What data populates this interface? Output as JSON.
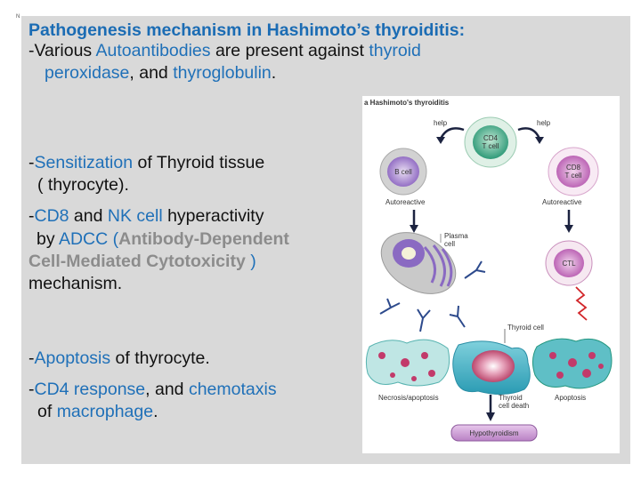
{
  "slide_marker": "N",
  "title": "Pathogenesis mechanism in Hashimoto’s thyroiditis:",
  "points": [
    {
      "lines": [
        [
          {
            "t": "-Various ",
            "c": "k"
          },
          {
            "t": "Autoantibodies",
            "c": "b"
          },
          {
            "t": " are present against ",
            "c": "k"
          },
          {
            "t": "thyroid",
            "c": "b"
          }
        ],
        [
          {
            "t": "peroxidase",
            "c": "b"
          },
          {
            "t": ", and ",
            "c": "k"
          },
          {
            "t": "thyroglobulin",
            "c": "b"
          },
          {
            "t": ".",
            "c": "k"
          }
        ]
      ]
    },
    {
      "lines": [
        [
          {
            "t": "-",
            "c": "k"
          },
          {
            "t": "Sensitization",
            "c": "b"
          },
          {
            "t": " of Thyroid tissue",
            "c": "k"
          }
        ],
        [
          {
            "t": "( thyrocyte).",
            "c": "k"
          }
        ]
      ]
    },
    {
      "lines": [
        [
          {
            "t": "-",
            "c": "k"
          },
          {
            "t": "CD8",
            "c": "b"
          },
          {
            "t": " and ",
            "c": "k"
          },
          {
            "t": "NK cell",
            "c": "b"
          },
          {
            "t": " hyperactivity",
            "c": "k"
          }
        ],
        [
          {
            "t": "by ",
            "c": "k"
          },
          {
            "t": "ADCC",
            "c": "b"
          },
          {
            "t": " (",
            "c": "b"
          },
          {
            "t": "Antibody-Dependent",
            "c": "g"
          }
        ],
        [
          {
            "t": "Cell-Mediated Cytotoxicity ",
            "c": "g"
          },
          {
            "t": ")",
            "c": "b"
          }
        ],
        [
          {
            "t": "mechanism.",
            "c": "k"
          }
        ]
      ]
    },
    {
      "lines": [
        [
          {
            "t": "-",
            "c": "k"
          },
          {
            "t": "Apoptosis",
            "c": "b"
          },
          {
            "t": " of thyrocyte.",
            "c": "k"
          }
        ]
      ]
    },
    {
      "lines": [
        [
          {
            "t": "-",
            "c": "k"
          },
          {
            "t": "CD4 response",
            "c": "b"
          },
          {
            "t": ", and ",
            "c": "k"
          },
          {
            "t": "chemotaxis",
            "c": "b"
          }
        ],
        [
          {
            "t": "of ",
            "c": "k"
          },
          {
            "t": "macrophage",
            "c": "b"
          },
          {
            "t": ".",
            "c": "k"
          }
        ]
      ]
    }
  ],
  "diagram": {
    "title": "a  Hashimoto's thyroiditis",
    "help_left": "help",
    "help_right": "help",
    "cd4_l1": "CD4",
    "cd4_l2": "T cell",
    "bcell": "B cell",
    "cd8_l1": "CD8",
    "cd8_l2": "T cell",
    "autoreactive_left": "Autoreactive",
    "autoreactive_right": "Autoreactive",
    "plasma_l1": "Plasma",
    "plasma_l2": "cell",
    "ctl": "CTL",
    "thyroid_cell": "Thyroid cell",
    "necrosis": "Necrosis/apoptosis",
    "death_l1": "Thyroid",
    "death_l2": "cell death",
    "apoptosis": "Apoptosis",
    "hypothyroidism": "Hypothyroidism"
  },
  "colors": {
    "blue": "#1f70b8",
    "heading_blue": "#1b6cb4",
    "gray": "#8c8c8c",
    "panel": "#d9d9d9"
  }
}
